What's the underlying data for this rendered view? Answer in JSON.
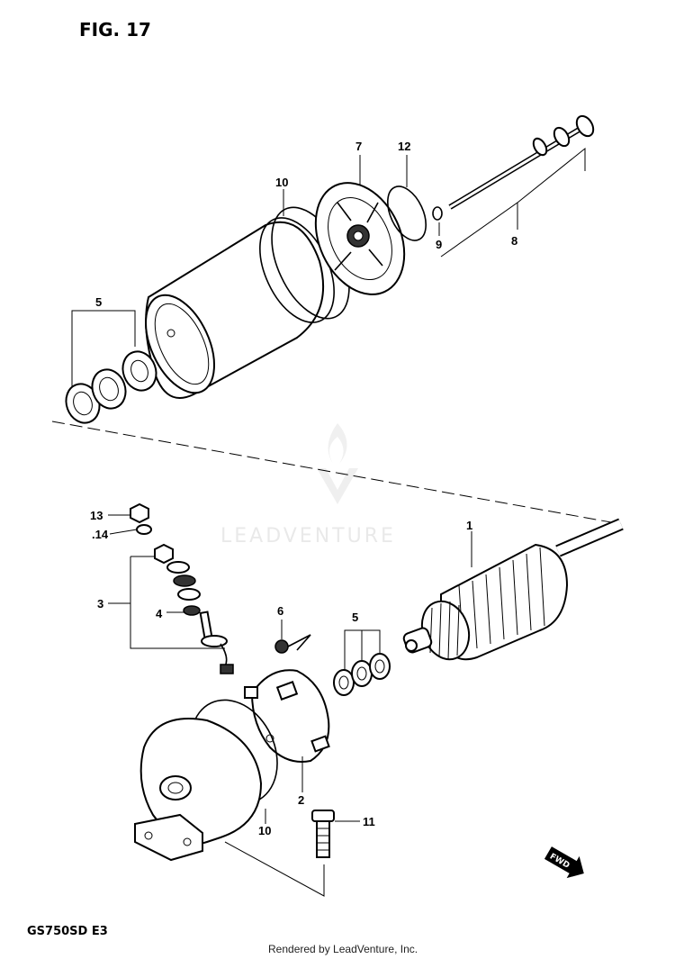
{
  "figure": {
    "title": "FIG. 17",
    "model": "GS750SD  E3"
  },
  "watermark": "LEADVENTURE",
  "credit": "Rendered by LeadVenture, Inc.",
  "direction_badge": "FWD",
  "callouts": {
    "c1": "1",
    "c2": "2",
    "c3": "3",
    "c4": "4",
    "c5a": "5",
    "c5b": "5",
    "c6": "6",
    "c7": "7",
    "c8": "8",
    "c9": "9",
    "c10a": "10",
    "c10b": "10",
    "c11": "11",
    "c12": "12",
    "c13": "13",
    "c14": ".14"
  }
}
